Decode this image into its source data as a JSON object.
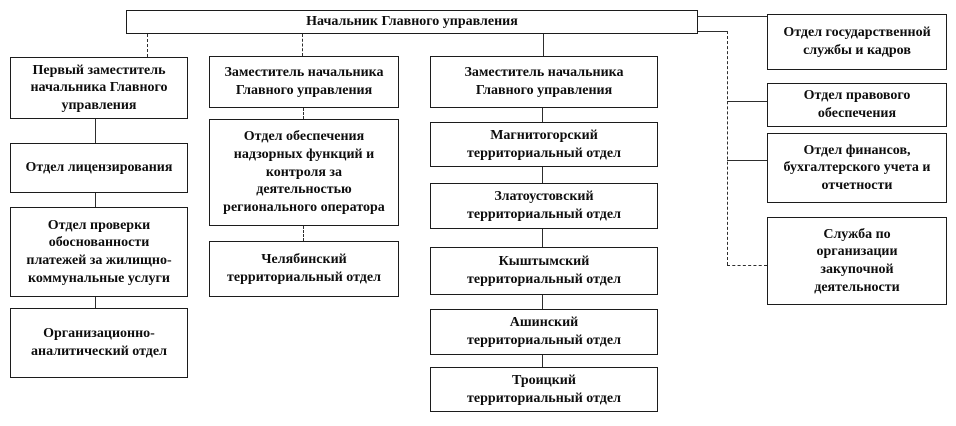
{
  "diagram": {
    "title_node": "Начальник Главного управления",
    "column1": {
      "deputy": "Первый заместитель\nначальника Главного\nуправления",
      "licensing": "Отдел лицензирования",
      "payment_verification": "Отдел проверки\nобоснованности\nплатежей за жилищно-\nкоммунальные услуги",
      "org_analytics": "Организационно-\nаналитический отдел"
    },
    "column2": {
      "deputy": "Заместитель начальника\nГлавного управления",
      "oversight": "Отдел обеспечения\nнадзорных функций и\nконтроля за\nдеятельностью\nрегионального оператора",
      "chelyabinsk": "Челябинский\nтерриториальный отдел"
    },
    "column3": {
      "deputy": "Заместитель начальника\nГлавного управления",
      "magnitogorsk": "Магнитогорский\nтерриториальный отдел",
      "zlatoust": "Златоустовский\nтерриториальный отдел",
      "kyshtym": "Кыштымский\nтерриториальный отдел",
      "asha": "Ашинский\nтерриториальный отдел",
      "troitsk": "Троицкий\nтерриториальный отдел"
    },
    "right_column": {
      "civil_service": "Отдел государственной\nслужбы и кадров",
      "legal": "Отдел правового\nобеспечения",
      "finance": "Отдел финансов,\nбухгалтерского учета и\nотчетности",
      "procurement": "Служба по\nорганизации\nзакупочной\nдеятельности"
    },
    "colors": {
      "background": "#ffffff",
      "box_border": "#1c1c1c",
      "text": "#0d0d0d",
      "line": "#2e2e2e"
    }
  }
}
